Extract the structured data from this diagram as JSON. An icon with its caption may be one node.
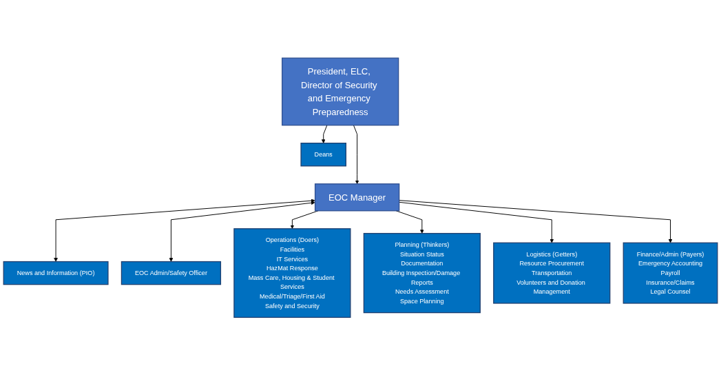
{
  "diagram": {
    "nodes": [
      {
        "text": [
          "President, ELC, Director of Security and Emergency Preparedness"
        ]
      },
      {
        "text": [
          "Deans"
        ]
      },
      {
        "text": [
          "EOC Manager"
        ]
      },
      {
        "text": [
          "News and Information (PIO)"
        ]
      },
      {
        "text": [
          "EOC Admin/Safety Officer"
        ]
      },
      {
        "text": [
          "Operations (Doers)",
          "Facilities",
          "IT Services",
          "HazMat Response",
          "Mass Care, Housing & Student Services",
          "Medical/Triage/First Aid",
          "Safety and Security"
        ]
      },
      {
        "text": [
          "Planning (Thinkers)",
          "Situation Status",
          "Documentation",
          "Building Inspection/Damage Reports",
          "Needs Assessment",
          "Space Planning"
        ]
      },
      {
        "text": [
          "Logistics (Getters)",
          "Resource Procurement",
          "Transportation",
          "Volunteers and Donation Management"
        ]
      },
      {
        "text": [
          "Finance/Admin (Payers)",
          "Emergency Accounting",
          "Payroll",
          "Insurance/Claims",
          "Legal Counsel"
        ]
      }
    ],
    "edges": [
      {
        "from": 0,
        "to": 1,
        "arrow": "to"
      },
      {
        "from": 0,
        "to": 2,
        "arrow": "to"
      },
      {
        "from": 3,
        "to": 2,
        "arrow": "both"
      },
      {
        "from": 2,
        "to": 4,
        "arrow": "both"
      },
      {
        "from": 2,
        "to": 5,
        "arrow": "to"
      },
      {
        "from": 2,
        "to": 6,
        "arrow": "to"
      },
      {
        "from": 2,
        "to": 7,
        "arrow": "to"
      },
      {
        "from": 2,
        "to": 8,
        "arrow": "to"
      }
    ]
  }
}
